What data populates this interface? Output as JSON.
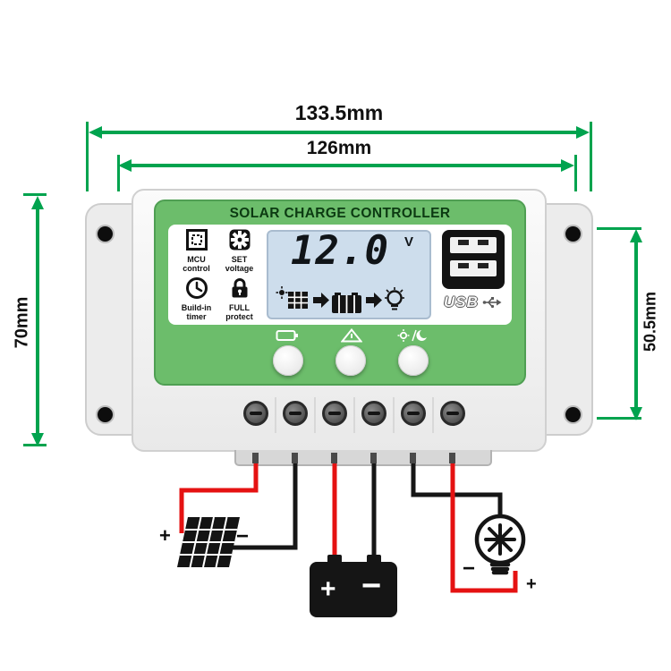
{
  "dimensions": {
    "overall_width": "133.5mm",
    "inner_width": "126mm",
    "overall_height": "70mm",
    "panel_height": "50.5mm"
  },
  "controller": {
    "title": "SOLAR CHARGE CONTROLLER",
    "display": {
      "value": "12.0",
      "unit": "V"
    },
    "feature_buttons": [
      {
        "icon": "mcu-icon",
        "line1": "MCU",
        "line2": "control"
      },
      {
        "icon": "gear-icon",
        "line1": "SET",
        "line2": "voltage"
      },
      {
        "icon": "clock-icon",
        "line1": "Build-in",
        "line2": "timer"
      },
      {
        "icon": "lock-icon",
        "line1": "FULL",
        "line2": "protect"
      }
    ],
    "usb_label": "USB",
    "indicator_icons": [
      "battery-icon",
      "solar-array-icon",
      "load-light-icon"
    ],
    "lcd_flow_icons": [
      "solar-panel-icon",
      "arrow-right-icon",
      "battery-icon",
      "arrow-right-icon",
      "bulb-icon"
    ]
  },
  "wiring": {
    "solar_positive": "+",
    "solar_negative": "−",
    "battery_positive": "+",
    "battery_negative": "−",
    "load_negative": "−",
    "load_positive": "+"
  },
  "colors": {
    "dimension_green": "#00a34e",
    "panel_green": "#6cbd6b",
    "lcd_blue": "#cdddec",
    "wire_red": "#e51212",
    "wire_black": "#161616"
  }
}
